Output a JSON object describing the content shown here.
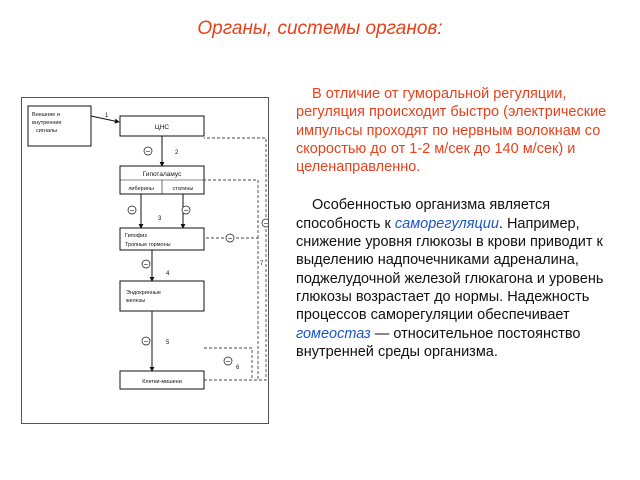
{
  "title": "Органы, системы органов:",
  "diagram": {
    "boxes": {
      "external_signals": "Внешние и внутренние сигналы",
      "cns": "ЦНС",
      "hypothalamus": "Гипоталамус",
      "liberins": "либерины",
      "statins": "статины",
      "pituitary": "Гипофиз",
      "tropic_hormones": "Тропные гормоны",
      "endocrine_glands": "Эндокринные железы",
      "target_cells": "Клетки-мишени"
    },
    "step_numbers": [
      "1",
      "2",
      "3",
      "4",
      "5",
      "6",
      "7"
    ],
    "sign_minus": "−"
  },
  "text": {
    "para1": "В отличие от гуморальной регуляции, регуляция происходит быстро (электрические импульсы проходят по нервным волокнам со скоростью до от 1-2 м/сек до 140 м/сек) и целенаправленно.",
    "para2": {
      "before_term1": "Особенностью организма является способность к ",
      "term1": "саморегуляции",
      "between": ". Например, снижение уровня глюкозы в крови приводит к выделению надпочечниками адреналина, поджелудочной железой глюкагона и уровень глюкозы возрастает до нормы. Надежность процессов саморегуляции обеспечивает ",
      "term2": "гомеостаз",
      "after_term2": " — относительное постоянство внутренней среды организма."
    }
  },
  "colors": {
    "title": "#e8401a",
    "para1": "#e8401a",
    "body": "#111111",
    "term": "#1a55c8"
  }
}
